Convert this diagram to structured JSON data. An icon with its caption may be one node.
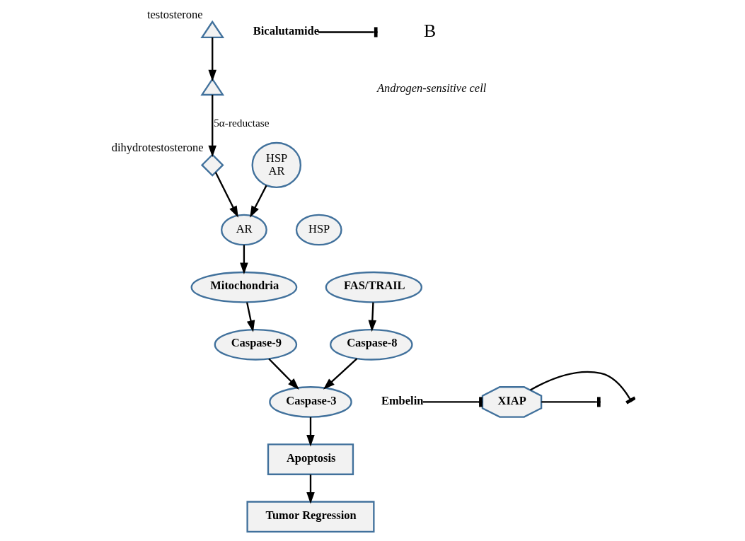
{
  "diagram": {
    "nodes": [
      {
        "text": [],
        "shape": "triangle",
        "beside": [
          "testosterone"
        ]
      },
      {
        "text": [],
        "shape": "triangle"
      },
      {
        "text": [],
        "shape": "diamond",
        "beside": [
          "dihydrotestosterone"
        ]
      },
      {
        "text": [
          "HSP",
          "AR"
        ]
      },
      {
        "text": [
          "AR"
        ]
      },
      {
        "text": [
          "HSP"
        ]
      },
      {
        "text": [
          "Bicalutamide"
        ]
      },
      {
        "text": [
          "FAS/TRAIL"
        ]
      },
      {
        "text": [
          "Mitochondria"
        ]
      },
      {
        "text": [
          "Caspase-8"
        ]
      },
      {
        "text": [
          "Caspase-9"
        ]
      },
      {
        "text": [
          "Caspase-3"
        ]
      },
      {
        "text": [
          "XIAP"
        ]
      },
      {
        "text": [
          "Embelin"
        ]
      },
      {
        "text": [
          "Apoptosis"
        ]
      },
      {
        "text": [
          "Tumor Regression"
        ]
      }
    ],
    "edges": [
      {
        "from": 0,
        "to": 1,
        "arrow": "to"
      },
      {
        "from": 1,
        "to": 2,
        "arrow": "to",
        "label": "5α-reductase"
      },
      {
        "from": 2,
        "to": 4,
        "arrow": "to"
      },
      {
        "from": 3,
        "to": 4,
        "arrow": "to"
      },
      {
        "from": 6,
        "to": null,
        "arrow": "other"
      },
      {
        "from": 4,
        "to": 8,
        "arrow": "to"
      },
      {
        "from": 7,
        "to": 9,
        "arrow": "to"
      },
      {
        "from": 8,
        "to": 10,
        "arrow": "to"
      },
      {
        "from": 10,
        "to": 11,
        "arrow": "to"
      },
      {
        "from": 9,
        "to": 11,
        "arrow": "to"
      },
      {
        "from": 12,
        "to": null,
        "arrow": "other"
      },
      {
        "from": 12,
        "to": null,
        "arrow": "other"
      },
      {
        "from": 13,
        "to": 12,
        "arrow": "other"
      },
      {
        "from": 11,
        "to": 14,
        "arrow": "to"
      },
      {
        "from": 14,
        "to": 15,
        "arrow": "to"
      }
    ],
    "labels": [
      "B",
      "Androgen-sensitive cell"
    ]
  }
}
